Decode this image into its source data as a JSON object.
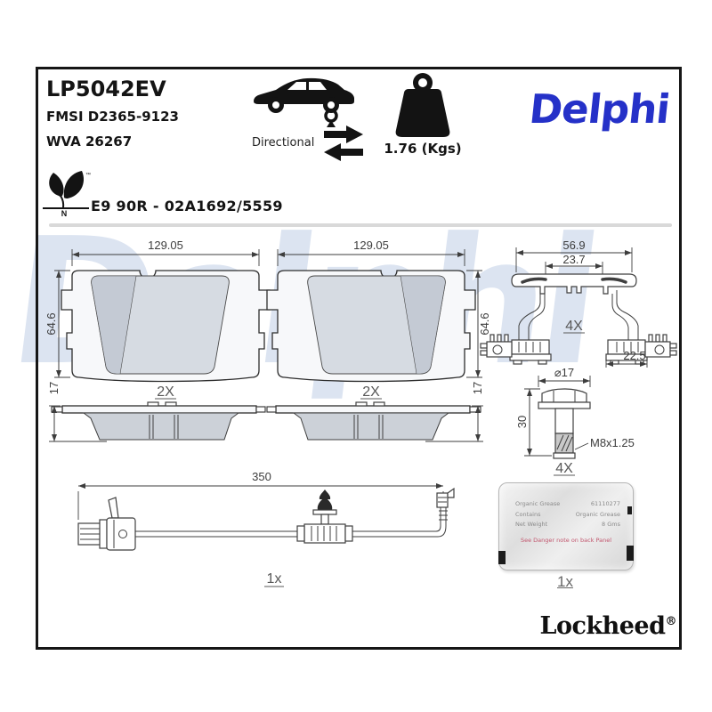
{
  "header": {
    "part_number": "LP5042EV",
    "fmsi_code": "FMSI D2365-9123",
    "wva_code": "WVA 26267",
    "directional_label": "Directional",
    "weight_value": "1.76 (Kgs)",
    "brand_logo_text": "Delphi",
    "eco_leaf_letter": "N",
    "eco_leaf_tm": "™",
    "r90_approval": "E9 90R - 02A1692/5559"
  },
  "watermark_text": "Delphi",
  "colors": {
    "brand_blue": "#2531c8",
    "watermark_blue": "#dce4f1",
    "drawing_line": "#3d3d3d",
    "warning_red": "#c2566e"
  },
  "pad_front_left": {
    "width_mm": "129.05",
    "height_mm": "64.6",
    "quantity": "2X"
  },
  "pad_front_right": {
    "width_mm": "129.05",
    "height_mm": "64.6",
    "quantity": "2X"
  },
  "pad_side_left": {
    "thickness_mm": "17"
  },
  "pad_side_right": {
    "thickness_mm": "17"
  },
  "caliper_clip": {
    "outer_width_mm": "56.9",
    "inner_width_mm": "23.7",
    "foot_width_mm": "22.5",
    "quantity": "4X"
  },
  "guide_bolt": {
    "head_diameter": "⌀17",
    "length_mm": "30",
    "thread_spec": "M8x1.25",
    "quantity": "4X"
  },
  "wear_sensor": {
    "length_mm": "350",
    "quantity": "1x"
  },
  "grease_sachet": {
    "quantity": "1x",
    "rows": [
      {
        "label": "Organic Grease",
        "value": "61110277"
      },
      {
        "label": "Contains",
        "value": "Organic Grease"
      },
      {
        "label": "Net Weight",
        "value": "8 Gms"
      }
    ],
    "warning_text": "See Danger note on back Panel"
  },
  "footer": {
    "brand": "Lockheed",
    "registered": "®"
  }
}
